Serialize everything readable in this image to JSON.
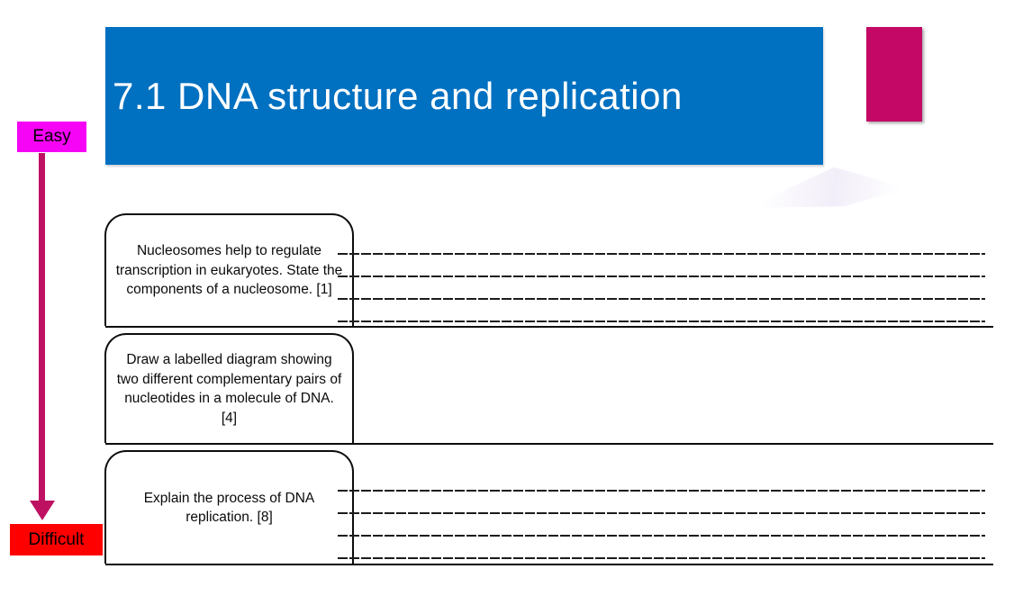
{
  "slide": {
    "title": "7.1 DNA structure and replication"
  },
  "difficulty_scale": {
    "top_label": "Easy",
    "bottom_label": "Difficult"
  },
  "questions": [
    {
      "text": "Nucleosomes help to regulate transcription in eukaryotes. State the components of a nucleosome. [1]",
      "marks": "[1]",
      "answer_lines": 4
    },
    {
      "text": "Draw a labelled diagram showing two different complementary pairs of nucleotides in a molecule of DNA. [4]",
      "marks": "[4]",
      "answer_lines": 0
    },
    {
      "text": "Explain the process of DNA replication. [8]",
      "marks": "[8]",
      "answer_lines": 4
    }
  ],
  "colors": {
    "banner_blue": "#0070C0",
    "accent_pink": "#C30866",
    "easy_magenta": "#F504F5",
    "difficult_red": "#FF0000",
    "arrow_pink": "#BE1162"
  }
}
